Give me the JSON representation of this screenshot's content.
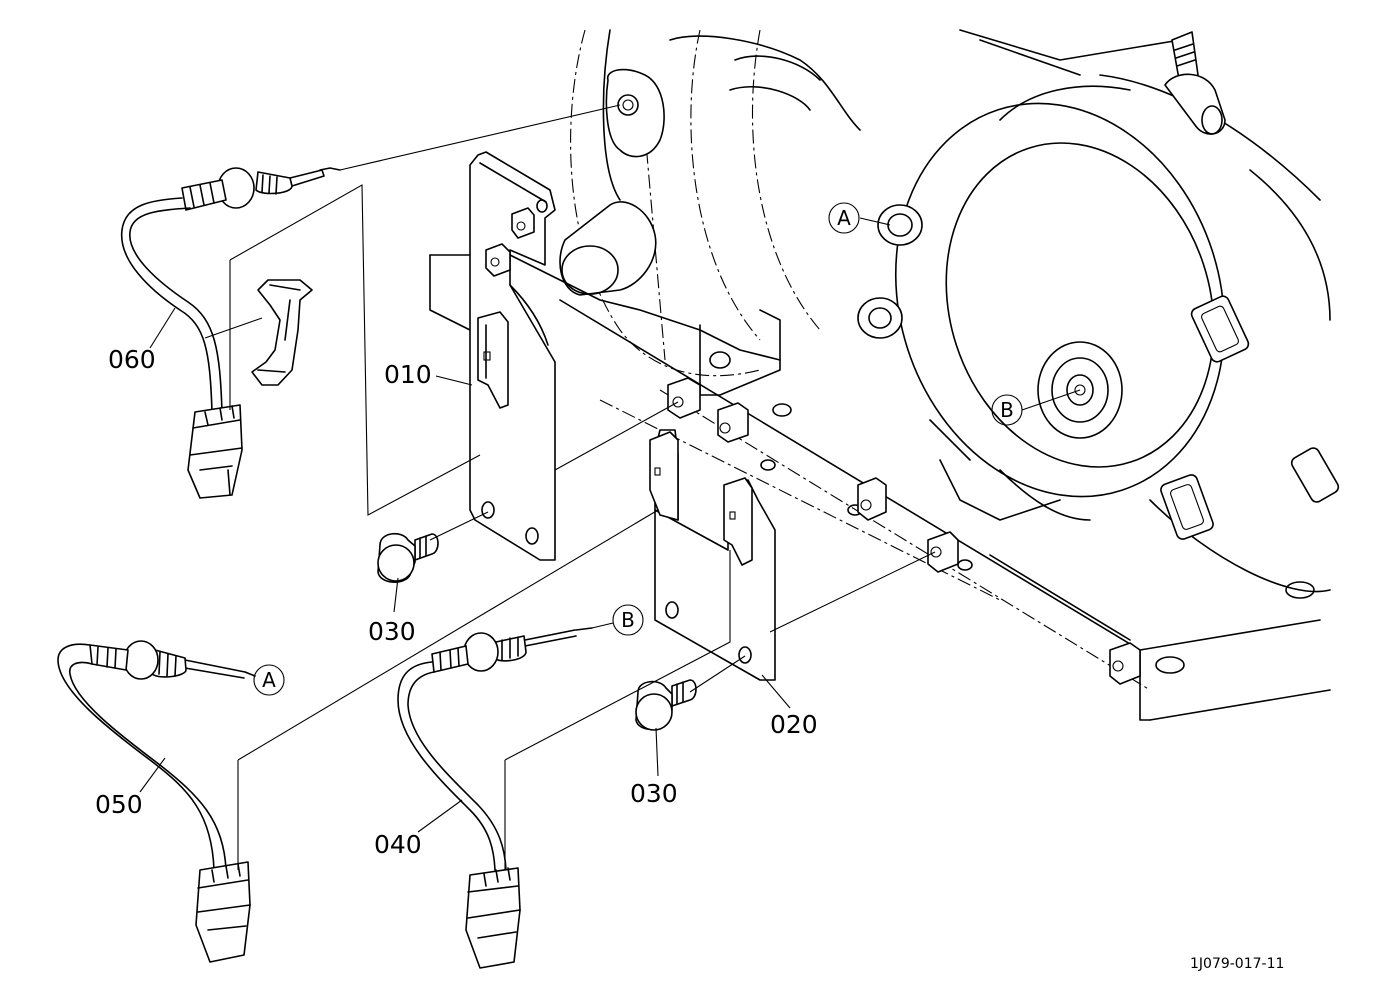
{
  "parts": [
    {
      "id": "010"
    },
    {
      "id": "020"
    },
    {
      "id": "030"
    },
    {
      "id": "040"
    },
    {
      "id": "050"
    },
    {
      "id": "060"
    }
  ],
  "callouts": [
    "A",
    "B"
  ],
  "figure_code": "1J079-017-11"
}
